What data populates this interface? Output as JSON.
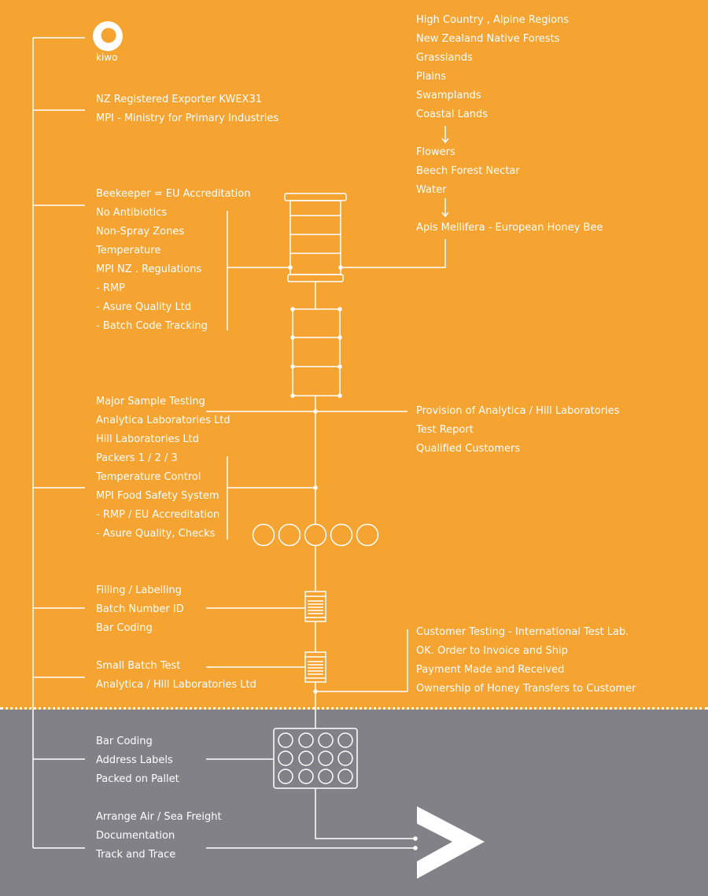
{
  "brand": {
    "logo_text": "kiwo"
  },
  "colors": {
    "orange": "#f5a331",
    "grey": "#818187",
    "line": "#ffffff"
  },
  "left_groups": [
    {
      "lines": [
        "NZ Registered Exporter KWEX31",
        "MPI - Ministry for Primary Industries"
      ]
    },
    {
      "lines": [
        "Beekeeper = EU Accreditation",
        "No Antibiotics",
        "Non-Spray Zones",
        "Temperature",
        "MPI NZ . Regulations",
        "-  RMP",
        "-  Asure Quality Ltd",
        "-  Batch Code Tracking"
      ]
    },
    {
      "lines": [
        "Major Sample Testing",
        "Analytica Laboratories Ltd",
        "Hill Laboratories Ltd",
        "Packers 1 / 2 / 3",
        "Temperature Control",
        "MPI Food Safety System",
        "-  RMP / EU Accreditation",
        "-  Asure Quality, Checks"
      ]
    },
    {
      "lines": [
        "Filling / Labelling",
        "Batch Number ID",
        "Bar Coding"
      ]
    },
    {
      "lines": [
        "Small Batch Test",
        "Analytica / Hill Laboratories Ltd"
      ]
    },
    {
      "lines": [
        "Bar Coding",
        "Address Labels",
        "Packed on Pallet"
      ]
    },
    {
      "lines": [
        "Arrange Air / Sea Freight",
        "Documentation",
        "Track and Trace"
      ]
    }
  ],
  "right_groups": [
    {
      "lines": [
        "High Country , Alpine Regions",
        "New Zealand Native Forests",
        "Grasslands",
        "Plains",
        "Swamplands",
        "Coastal Lands"
      ]
    },
    {
      "lines": [
        "Flowers",
        "Beech Forest Nectar",
        "Water"
      ]
    },
    {
      "lines": [
        "Apis Mellifera - European Honey Bee"
      ]
    },
    {
      "lines": [
        "Provision of Analytica / Hill Laboratories",
        "Test Report",
        "Qualified Customers"
      ]
    },
    {
      "lines": [
        "Customer Testing - International Test Lab.",
        "OK. Order to Invoice and Ship",
        "Payment Made and Received",
        "Ownership of Honey Transfers to Customer"
      ]
    }
  ],
  "icons": [
    "kiwo-logo-icon",
    "beehive-icon",
    "honey-box-icon",
    "drum-icon",
    "jar-label-icon",
    "pallet-icon",
    "arrow-right-icon"
  ]
}
